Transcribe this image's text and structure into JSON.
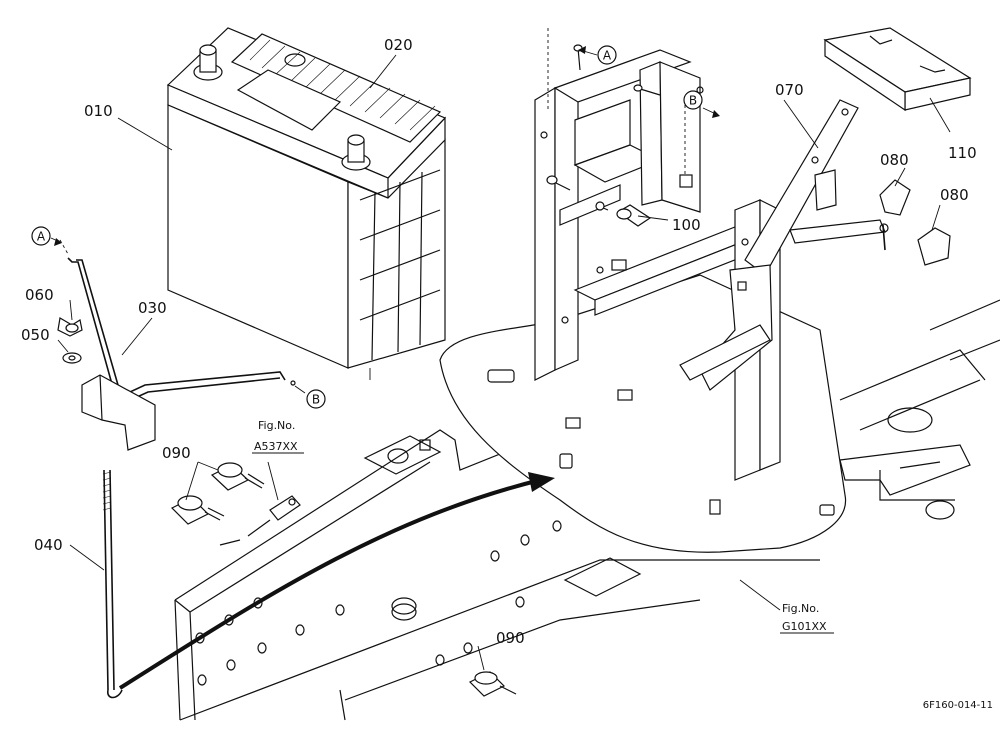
{
  "diagram": {
    "parts": {
      "p010": "010",
      "p020": "020",
      "p030": "030",
      "p040": "040",
      "p050": "050",
      "p060": "060",
      "p070": "070",
      "p080a": "080",
      "p080b": "080",
      "p090a": "090",
      "p090b": "090",
      "p100": "100",
      "p110": "110"
    },
    "connectors": {
      "a1": "A",
      "a2": "A",
      "b1": "B",
      "b2": "B"
    },
    "references": {
      "ref1_title": "Fig.No.",
      "ref1_code": "A537XX",
      "ref2_title": "Fig.No.",
      "ref2_code": "G101XX"
    },
    "drawing_code": "6F160-014-11"
  }
}
